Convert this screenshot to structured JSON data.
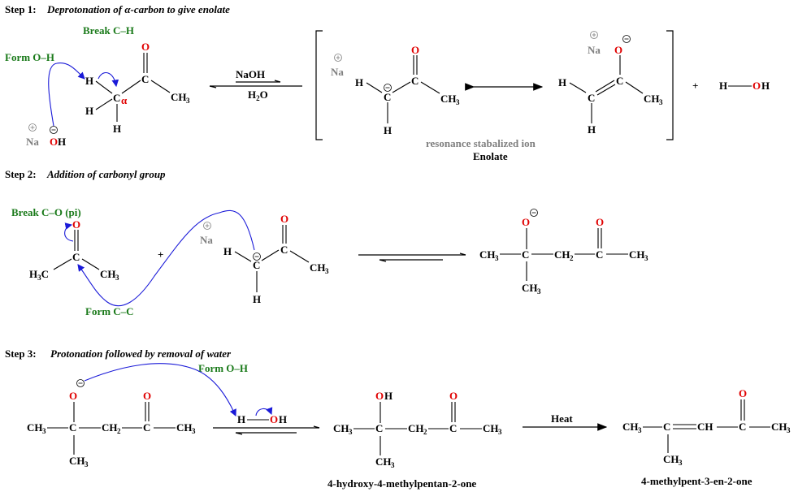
{
  "steps": [
    {
      "number_label": "Step 1:",
      "title": "Deprotonation of α-carbon to give enolate",
      "annotations": {
        "break": "Break C–H",
        "form": "Form O–H"
      },
      "reagents": {
        "top": "NaOH",
        "bottom_main": "H",
        "bottom_sub": "2",
        "bottom_end": "O"
      },
      "alpha_label": "α",
      "enolate_caption": "resonance stabalized ion",
      "enolate_label": "Enolate",
      "byproduct": {
        "h": "H",
        "o": "O",
        "h2": "H"
      },
      "plus": "+"
    },
    {
      "number_label": "Step 2:",
      "title": "Addition of carbonyl group",
      "annotations": {
        "break": "Break C–O (pi)",
        "form": "Form C–C"
      },
      "plus": "+"
    },
    {
      "number_label": "Step 3:",
      "title": "Protonation followed by removal of water",
      "annotations": {
        "form": "Form O–H"
      },
      "heat_label": "Heat",
      "intermediate_name": "4-hydroxy-4-methylpentan-2-one",
      "product_name": "4-methylpent-3-en-2-one"
    }
  ],
  "atoms": {
    "C": "C",
    "H": "H",
    "O": "O",
    "OH": "OH",
    "Na": "Na",
    "CH": "CH",
    "CH3": "CH",
    "CH2": "CH",
    "H3C": "H",
    "sub3": "3",
    "sub2": "2",
    "plus_charge": "⊕",
    "minus_charge": "⊖"
  },
  "colors": {
    "oxygen": "#e00000",
    "annotation": "#1a7a1a",
    "sodium": "#808080",
    "curved_arrow": "#1a1ad8"
  }
}
